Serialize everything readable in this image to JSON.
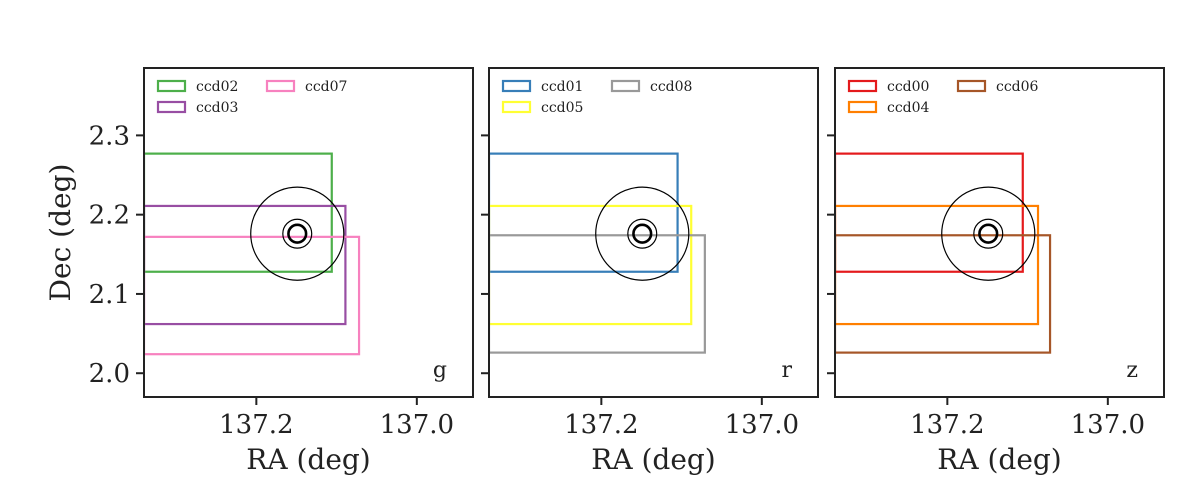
{
  "chart_data": [
    {
      "type": "line",
      "band": "g",
      "xlabel": "RA (deg)",
      "ylabel": "Dec (deg)",
      "xlim": [
        137.34,
        136.93
      ],
      "ylim": [
        1.97,
        2.385
      ],
      "xticks": [
        137.2,
        137.0
      ],
      "yticks": [
        2.0,
        2.1,
        2.2,
        2.3
      ],
      "legend_loc": "upper-left",
      "series": [
        {
          "name": "ccd02",
          "color": "#4daf4a",
          "ra_range": [
            137.34,
            137.106
          ],
          "dec_range": [
            2.128,
            2.277
          ]
        },
        {
          "name": "ccd03",
          "color": "#984ea3",
          "ra_range": [
            137.34,
            137.089
          ],
          "dec_range": [
            2.062,
            2.211
          ]
        },
        {
          "name": "ccd07",
          "color": "#f781bf",
          "ra_range": [
            137.34,
            137.072
          ],
          "dec_range": [
            2.024,
            2.172
          ]
        }
      ],
      "target": {
        "ra": 137.149,
        "dec": 2.176
      }
    },
    {
      "type": "line",
      "band": "r",
      "xlabel": "RA (deg)",
      "ylabel": "",
      "xlim": [
        137.34,
        136.93
      ],
      "ylim": [
        1.97,
        2.385
      ],
      "xticks": [
        137.2,
        137.0
      ],
      "yticks": [
        2.0,
        2.1,
        2.2,
        2.3
      ],
      "legend_loc": "upper-left",
      "series": [
        {
          "name": "ccd01",
          "color": "#377eb8",
          "ra_range": [
            137.34,
            137.105
          ],
          "dec_range": [
            2.128,
            2.277
          ]
        },
        {
          "name": "ccd05",
          "color": "#ffff33",
          "ra_range": [
            137.34,
            137.088
          ],
          "dec_range": [
            2.062,
            2.211
          ]
        },
        {
          "name": "ccd08",
          "color": "#999999",
          "ra_range": [
            137.34,
            137.071
          ],
          "dec_range": [
            2.026,
            2.174
          ]
        }
      ],
      "target": {
        "ra": 137.149,
        "dec": 2.176
      }
    },
    {
      "type": "line",
      "band": "z",
      "xlabel": "RA (deg)",
      "ylabel": "",
      "xlim": [
        137.34,
        136.93
      ],
      "ylim": [
        1.97,
        2.385
      ],
      "xticks": [
        137.2,
        137.0
      ],
      "yticks": [
        2.0,
        2.1,
        2.2,
        2.3
      ],
      "legend_loc": "upper-left",
      "series": [
        {
          "name": "ccd00",
          "color": "#e41a1c",
          "ra_range": [
            137.34,
            137.106
          ],
          "dec_range": [
            2.128,
            2.277
          ]
        },
        {
          "name": "ccd04",
          "color": "#ff7f00",
          "ra_range": [
            137.34,
            137.087
          ],
          "dec_range": [
            2.062,
            2.211
          ]
        },
        {
          "name": "ccd06",
          "color": "#a65628",
          "ra_range": [
            137.34,
            137.072
          ],
          "dec_range": [
            2.026,
            2.174
          ]
        }
      ],
      "target": {
        "ra": 137.149,
        "dec": 2.176
      }
    }
  ]
}
